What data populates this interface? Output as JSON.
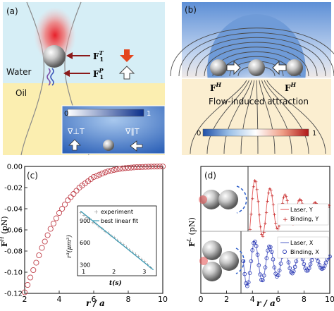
{
  "panels": {
    "a": {
      "label": "(a)",
      "water": "Water",
      "oil": "Oil",
      "force_top": "F",
      "force_top_sup": "T",
      "force_top_sub": "1",
      "force_bottom": "F",
      "force_bottom_sup": "P",
      "force_bottom_sub": "1",
      "colorbar_min": "0",
      "colorbar_max": "1",
      "grad_perp": "∇⊥T",
      "grad_par": "∇∥T"
    },
    "b": {
      "label": "(b)",
      "force_left": "F",
      "force_left_sup": "H",
      "force_right": "F",
      "force_right_sup": "H",
      "caption": "Flow-induced attraction",
      "colorbar_min": "0",
      "colorbar_max": "1"
    },
    "c": {
      "label": "(c)",
      "ylabel": "F",
      "ylabel_sup": "H",
      "ylabel_unit": " (pN)",
      "xlabel": "r / a",
      "yticks": [
        "0.00",
        "-0.02",
        "-0.04",
        "-0.06",
        "-0.08",
        "-0.10",
        "-0.12"
      ],
      "xticks": [
        "2",
        "4",
        "6",
        "8",
        "10"
      ],
      "inset": {
        "legend": [
          "experiment",
          "best linear fit"
        ],
        "ylabel": "r³(μm³)",
        "xlabel": "t(s)",
        "yticks": [
          "900",
          "600",
          "300"
        ],
        "xticks": [
          "1",
          "2",
          "3"
        ]
      }
    },
    "d": {
      "label": "(d)",
      "ylabel": "F",
      "ylabel_sup": "L",
      "ylabel_unit": " (pN)",
      "xlabel": "r / a",
      "xticks": [
        "0",
        "2",
        "4",
        "6",
        "8",
        "10"
      ],
      "legend_top": [
        "Laser, Y",
        "Binding, Y"
      ],
      "legend_bottom": [
        "Laser, X",
        "Binding, X"
      ]
    }
  },
  "chart_data": [
    {
      "type": "scatter",
      "panel": "c",
      "xlabel": "r / a",
      "ylabel": "F^H (pN)",
      "xlim": [
        2,
        10
      ],
      "ylim": [
        -0.12,
        0.0
      ],
      "series": [
        {
          "x": [
            2.0,
            2.17,
            2.33,
            2.5,
            2.67,
            2.83,
            3.0,
            3.17,
            3.33,
            3.5,
            3.67,
            3.83,
            4.0,
            4.17,
            4.33,
            4.5,
            4.67,
            4.83,
            5.0,
            5.17,
            5.33,
            5.5,
            5.67,
            5.83,
            6.0,
            6.17,
            6.33,
            6.5,
            6.67,
            6.83,
            7.0,
            7.17,
            7.33,
            7.5,
            7.67,
            7.83,
            8.0,
            8.17,
            8.33,
            8.5,
            8.67,
            8.83,
            9.0,
            9.17,
            9.33,
            9.5,
            9.67,
            9.83,
            10.0
          ],
          "y": [
            -0.119,
            -0.112,
            -0.105,
            -0.098,
            -0.091,
            -0.084,
            -0.077,
            -0.071,
            -0.065,
            -0.059,
            -0.054,
            -0.049,
            -0.044,
            -0.04,
            -0.036,
            -0.032,
            -0.029,
            -0.026,
            -0.023,
            -0.02,
            -0.018,
            -0.016,
            -0.014,
            -0.012,
            -0.01,
            -0.009,
            -0.0078,
            -0.0066,
            -0.0056,
            -0.0047,
            -0.004,
            -0.0033,
            -0.0028,
            -0.0023,
            -0.0019,
            -0.0016,
            -0.0013,
            -0.0011,
            -0.0009,
            -0.0007,
            -0.0006,
            -0.0005,
            -0.0004,
            -0.0003,
            -0.0002,
            -0.00015,
            -0.0001,
            -5e-05,
            0.0
          ]
        }
      ]
    },
    {
      "type": "scatter",
      "panel": "c-inset",
      "xlabel": "t(s)",
      "ylabel": "r³(μm³)",
      "xlim": [
        0.8,
        3.4
      ],
      "ylim": [
        150,
        1100
      ],
      "series": [
        {
          "name": "experiment",
          "x": [
            0.9,
            1.0,
            1.1,
            1.2,
            1.3,
            1.4,
            1.5,
            1.6,
            1.7,
            1.8,
            1.9,
            2.0,
            2.1,
            2.2,
            2.3,
            2.4,
            2.5,
            2.6,
            2.7,
            2.8,
            2.9,
            3.0,
            3.1,
            3.2
          ],
          "y": [
            1020,
            980,
            950,
            930,
            880,
            860,
            820,
            800,
            760,
            740,
            700,
            680,
            640,
            610,
            580,
            550,
            510,
            480,
            450,
            420,
            380,
            350,
            310,
            270
          ]
        },
        {
          "name": "best linear fit",
          "x": [
            0.9,
            3.3
          ],
          "y": [
            1030,
            230
          ]
        }
      ]
    },
    {
      "type": "line",
      "panel": "d",
      "xlabel": "r / a",
      "ylabel": "F^L (pN)",
      "xlim": [
        0,
        10
      ],
      "series": [
        {
          "name": "Laser, Y"
        },
        {
          "name": "Binding, Y"
        },
        {
          "name": "Laser, X"
        },
        {
          "name": "Binding, X"
        }
      ]
    }
  ]
}
